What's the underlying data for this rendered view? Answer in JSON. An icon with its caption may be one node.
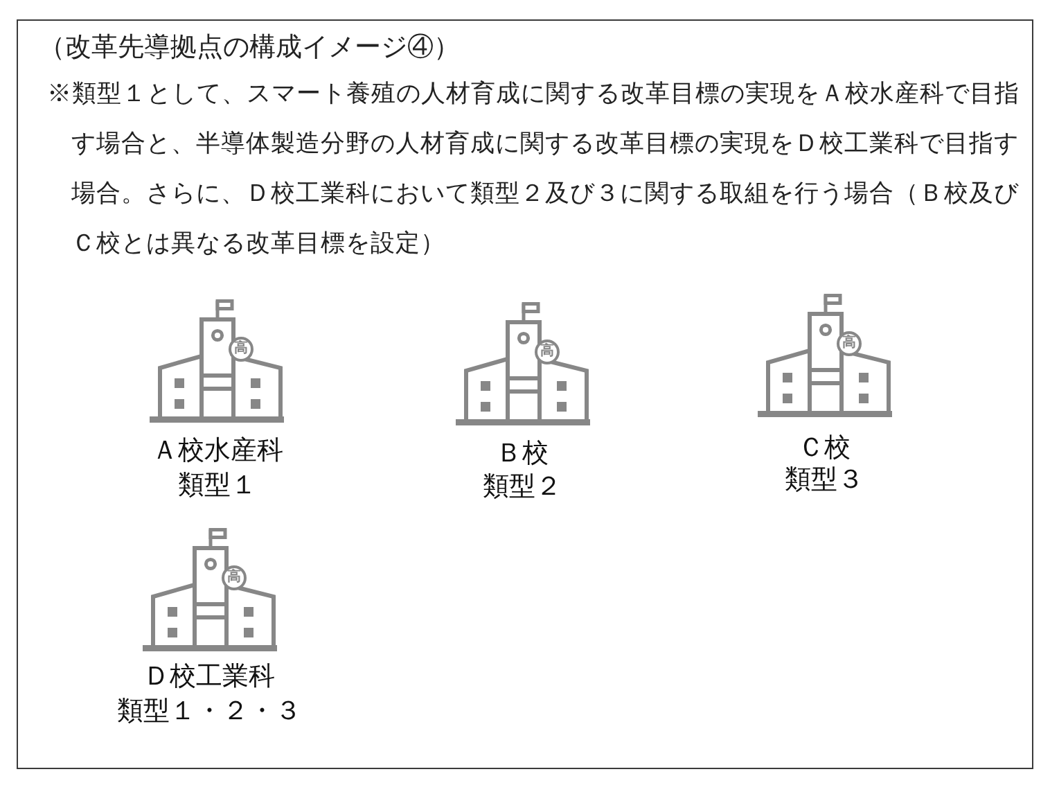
{
  "diagram": {
    "title": "（改革先導拠点の構成イメージ④）",
    "labels": [
      "※類型１として、スマート養殖の人材育成に関する改革目標の実現をＡ校水産科で目指す場合と、半導体製造分野の人材育成に関する改革目標の実現をＤ校工業科で目指す場合。さらに、Ｄ校工業科において類型２及び３に関する取組を行う場合（Ｂ校及びＣ校とは異なる改革目標を設定）",
      "高",
      "Ａ校水産科",
      "類型１",
      "高",
      "Ｂ校",
      "類型２",
      "高",
      "Ｃ校",
      "類型３",
      "高",
      "Ｄ校工業科",
      "類型１・２・３"
    ]
  }
}
